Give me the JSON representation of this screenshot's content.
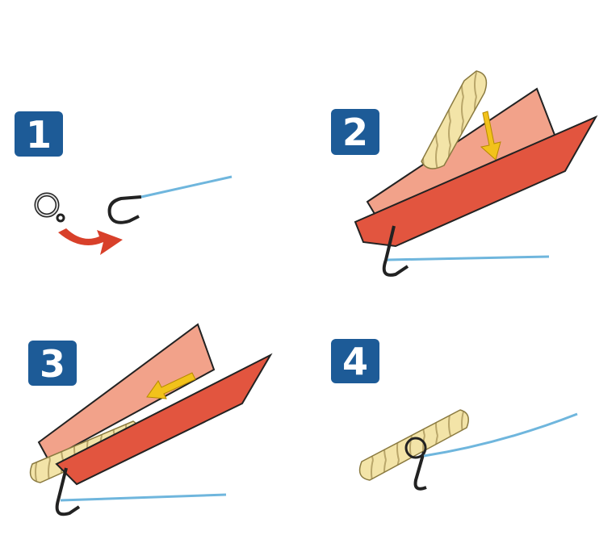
{
  "steps": [
    {
      "number": "1"
    },
    {
      "number": "2"
    },
    {
      "number": "3"
    },
    {
      "number": "4"
    }
  ],
  "colors": {
    "badge": "#1d5b97",
    "sheet_front": "#e2553f",
    "sheet_back": "#f2a28a",
    "maggot": "#f3e4a8",
    "arrow_red": "#d8402a",
    "arrow_yellow": "#f2c21b",
    "line": "#6fb6dd"
  }
}
